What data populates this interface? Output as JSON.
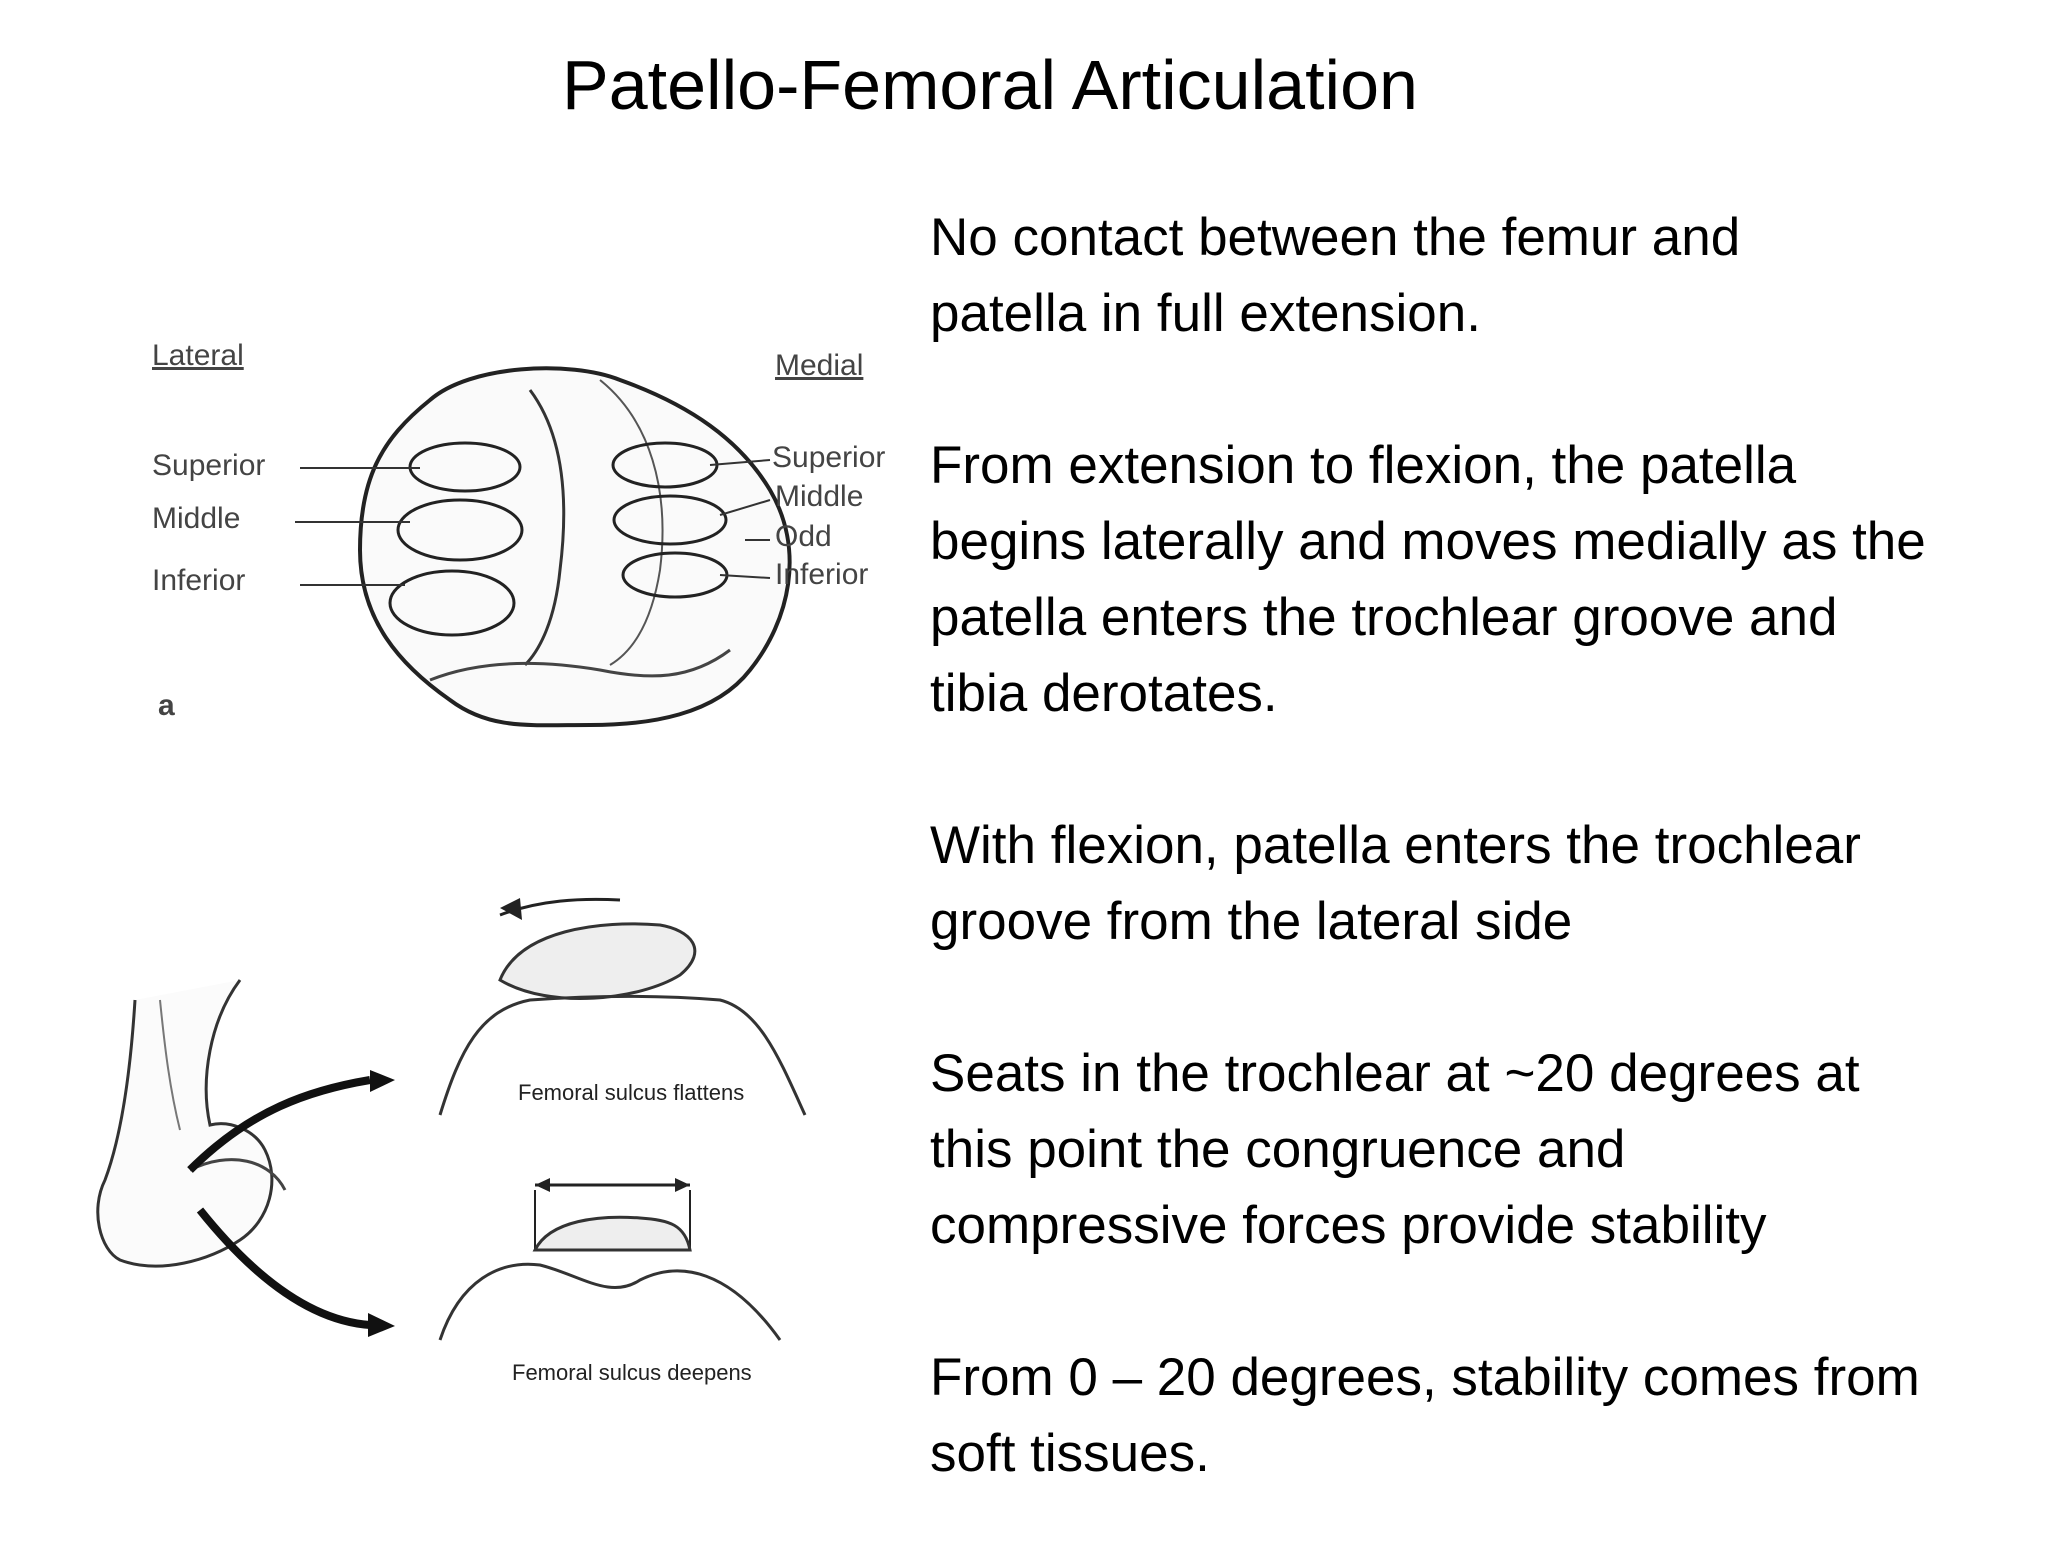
{
  "title": "Patello-Femoral Articulation",
  "bullets": [
    "No contact between the femur and\npatella in full extension.",
    "From extension to flexion, the patella\nbegins laterally and moves medially as the\npatella enters the trochlear groove and\ntibia derotates.",
    "With flexion, patella enters the trochlear\ngroove from the lateral side",
    "Seats in the trochlear at ~20 degrees at\nthis point the congruence and\ncompressive forces provide stability",
    "From 0 – 20 degrees, stability comes from\nsoft tissues."
  ],
  "figure_top": {
    "lateral_label": "Lateral",
    "medial_label": "Medial",
    "left_labels": [
      "Superior",
      "Middle",
      "Inferior"
    ],
    "right_labels": [
      "Superior",
      "Middle",
      "Odd",
      "Inferior"
    ],
    "panel_letter": "a"
  },
  "figure_bottom": {
    "caption_top": "Femoral sulcus  flattens",
    "caption_bottom": "Femoral sulcus  deepens"
  }
}
